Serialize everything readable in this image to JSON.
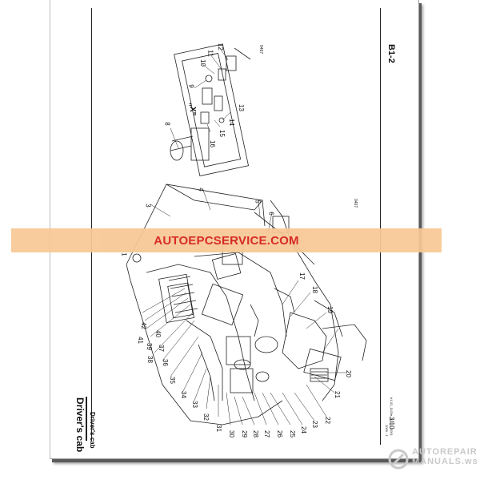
{
  "header": {
    "code": "B1-2",
    "page_number": "3/10",
    "doc_ref": "0467"
  },
  "sidebar": {
    "section_label": "Driver's cab",
    "title": "Driver's cab",
    "footer_ref": "b1-02_1102e_3_2_3_0001",
    "footer_date": "2009 - 1"
  },
  "diagram": {
    "detail_label": "„X\"",
    "detail_ref": "0467",
    "main_ref": "0407",
    "callouts": [
      "1",
      "3",
      "4",
      "5",
      "6",
      "8",
      "9",
      "10",
      "11",
      "12",
      "13",
      "14",
      "15",
      "16",
      "17",
      "18",
      "19",
      "20",
      "21",
      "22",
      "23",
      "24",
      "25",
      "26",
      "27",
      "28",
      "29",
      "30",
      "31",
      "32",
      "33",
      "34",
      "35",
      "36",
      "37",
      "38",
      "39",
      "40",
      "41",
      "42"
    ]
  },
  "banner": {
    "text": "AUTOEPCSERVICE.COM"
  },
  "watermark": {
    "line1": "AUTOREPAIR",
    "line2": "MANUALS.ws"
  },
  "colors": {
    "banner_bg": "#f7c894",
    "banner_text": "#d41c1c",
    "watermark": "#c9c9c9"
  }
}
